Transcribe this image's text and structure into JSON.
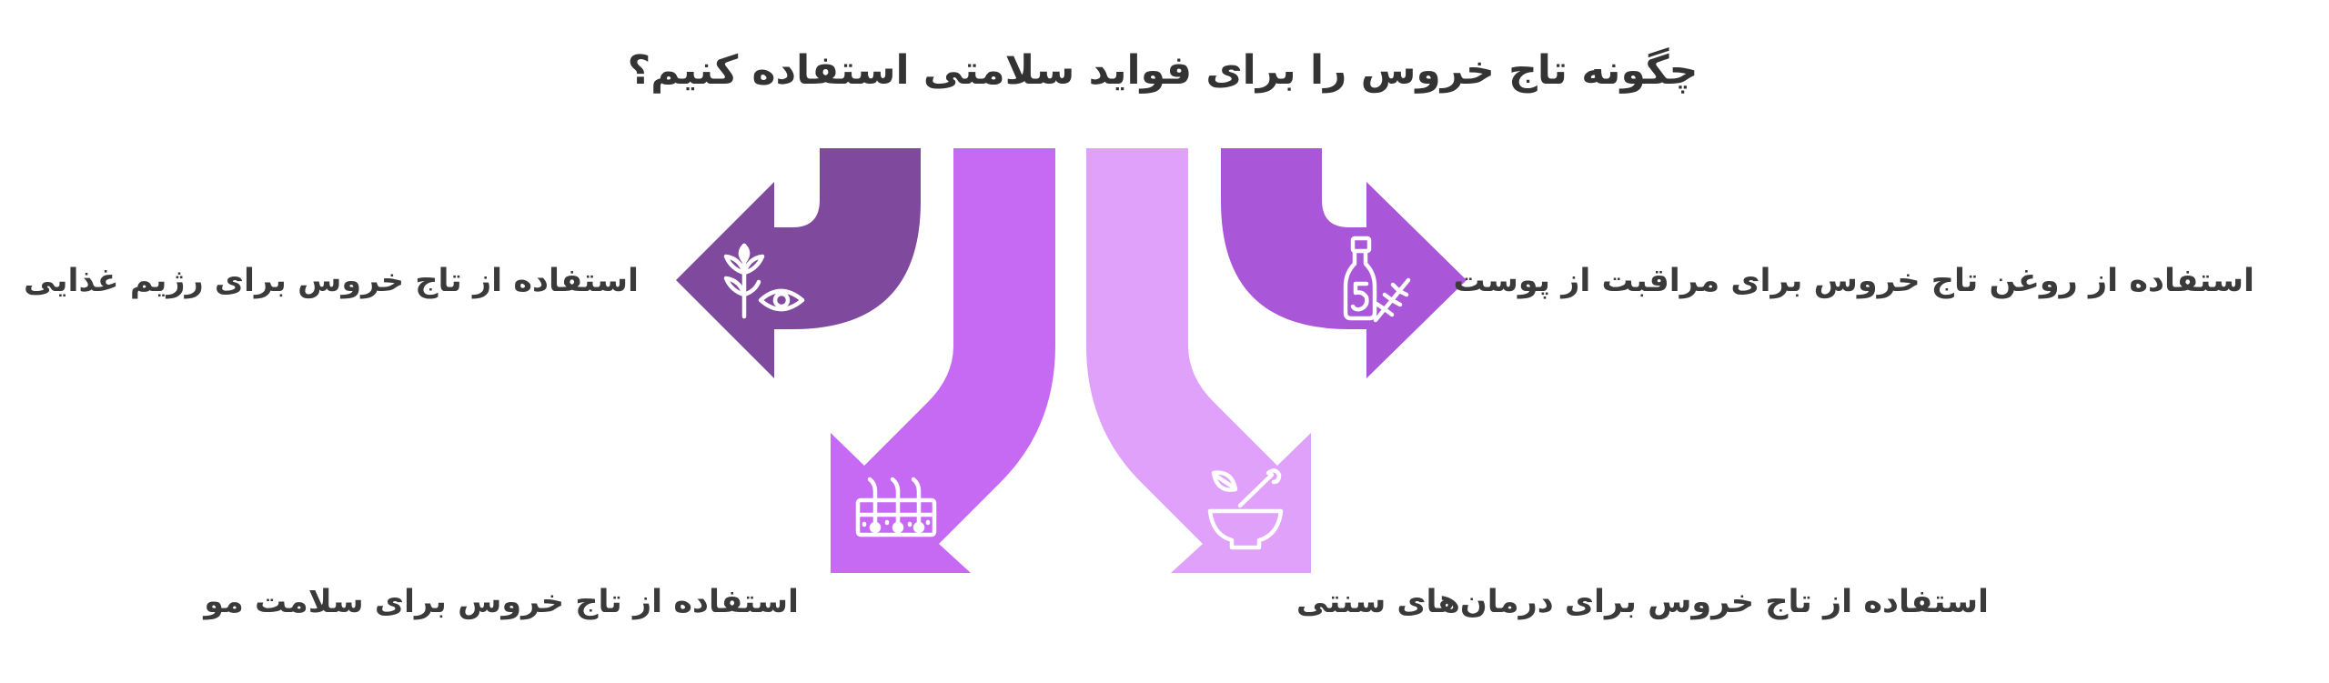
{
  "title": "چگونه تاج خروس را برای فواید سلامتی استفاده کنیم؟",
  "items": [
    {
      "label": "استفاده از روغن تاج خروس برای مراقبت از پوست",
      "icon": "oil-bottle-herb-icon",
      "color": "#a957d8"
    },
    {
      "label": "استفاده از تاج خروس برای رژیم غذایی",
      "icon": "plant-eye-icon",
      "color": "#7f4a9e"
    },
    {
      "label": "استفاده از تاج خروس برای سلامت مو",
      "icon": "hair-follicle-icon",
      "color": "#c66af4"
    },
    {
      "label": "استفاده از تاج خروس برای درمان‌های سنتی",
      "icon": "mortar-pestle-leaf-icon",
      "color": "#dfa1f9"
    }
  ]
}
